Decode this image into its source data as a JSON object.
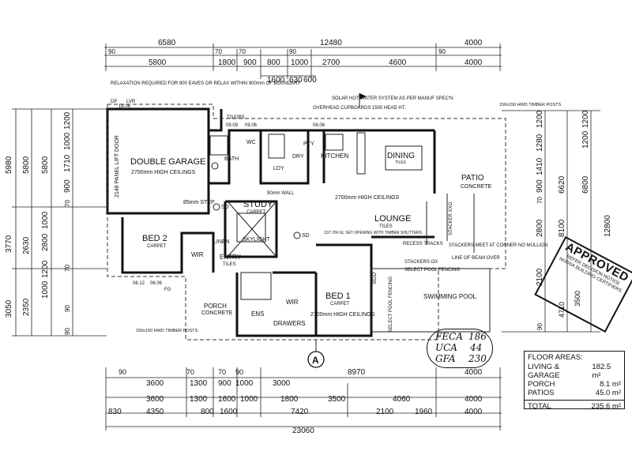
{
  "dims": {
    "top": {
      "total": "12480",
      "r1": [
        "6580",
        "4000"
      ],
      "r2": [
        "90",
        "70",
        "70",
        "90",
        "90"
      ],
      "r3": [
        "5800",
        "1800",
        "900",
        "800",
        "1000",
        "2700",
        "4600",
        "4000"
      ],
      "r4": [
        "1600",
        "630",
        "600"
      ]
    },
    "bottom": {
      "r1": [
        "90",
        "70",
        "70",
        "90",
        "8970",
        "4000"
      ],
      "r2": [
        "3600",
        "1300",
        "900",
        "1000",
        "3000"
      ],
      "r3": [
        "3600",
        "1300",
        "1600",
        "1000",
        "1800",
        "3500",
        "4060",
        "4000"
      ],
      "r4": [
        "830",
        "4350",
        "800",
        "1600",
        "7420",
        "2100",
        "1960",
        "4000"
      ],
      "overall": "23060"
    },
    "left": {
      "c1": [
        "5980",
        "3770",
        "3050"
      ],
      "c2": [
        "5800",
        "2630",
        "2350"
      ],
      "c3": [
        "5800",
        "1000",
        "2800",
        "1200",
        "1000"
      ],
      "c4": [
        "1200",
        "1000",
        "1710",
        "900",
        "70",
        "70",
        "90",
        "90"
      ]
    },
    "right": {
      "c1": [
        "1200",
        "1280",
        "1410",
        "2800",
        "2100",
        "900",
        "70",
        "90"
      ],
      "c2": [
        "6620",
        "8100",
        "4710",
        "3500"
      ],
      "c3": [
        "1200",
        "1200",
        "6800",
        "12800"
      ]
    }
  },
  "notes": {
    "relaxation": "RELAXATION REQUIRED FOR 900 EAVES OR RELAX WITHIN 900mm OF BOUNDARY",
    "solar": "SOLAR HOT WATER SYSTEM AS PER MANUF SPEC'N",
    "overhead": "OVERHEAD CUPBOARDS 1500 HEAD HT.",
    "hwd_top": "150x150 HWD TIMBER POSTS",
    "hwd_bottom": "150x150 HWD TIMBER POSTS",
    "stackers": "STACKERS MEET AT CORNER NO MULLION",
    "beam": "LINE OF BEAM OVER",
    "pool_fence": "SELECT POOL FENCING",
    "recess": "RECESS TRACKS",
    "shutters": "1ST ON GL SET OPENING WITH TIMBER SHUTTERS",
    "linen": "LINEN"
  },
  "rooms": {
    "garage": {
      "name": "DOUBLE GARAGE",
      "sub": "2700mm HIGH CEILINGS",
      "door": "2148 PANEL LIFT DOOR"
    },
    "study": {
      "name": "STUDY",
      "sub": "CARPET",
      "skylight": "SKYLIGHT"
    },
    "bed2": {
      "name": "BED 2",
      "sub": "CARPET"
    },
    "wir1": "WIR",
    "entry": {
      "name": "ENTRY",
      "sub": "TILES"
    },
    "porch": {
      "name": "PORCH",
      "sub": "CONCRETE"
    },
    "bed1": {
      "name": "BED 1",
      "sub": "CARPET",
      "ceil": "2700mm HIGH CEILINGS"
    },
    "wir2": "WIR",
    "ens": "ENS",
    "drawers": "DRAWERS",
    "lounge": {
      "name": "LOUNGE",
      "sub": "TILES",
      "ceil": "2700mm HIGH CEILINGS"
    },
    "dining": {
      "name": "DINING",
      "sub": "TILES"
    },
    "kitchen": "KITCHEN",
    "patio": {
      "name": "PATIO",
      "sub": "CONCRETE"
    },
    "pool": "SWIMMING POOL",
    "bath": "BATH",
    "wc": "WC",
    "pty": "PTY",
    "dry": "DRY",
    "ldy": "LDY",
    "step": "85mm STEP",
    "wall": "90mm WALL"
  },
  "plan_labels": {
    "sd": "SD",
    "lvr": "LVR",
    "fg": "FG",
    "dp": "DP",
    "tg": "TG/OBS",
    "grid_a": "A",
    "win_codes": [
      "18.06",
      "09.09",
      "09.06",
      "06.06",
      "06.12",
      "06.06"
    ],
    "sgd": "SGD",
    "stackers_ox": "STACKERS OX",
    "stacker_xxo": "STACKER XXO",
    "select_fence": "SELECT POOL FENCING"
  },
  "handwritten": {
    "feca": "FECA",
    "feca_v": "186",
    "uca": "UCA",
    "uca_v": "44",
    "gfa": "GFA",
    "gfa_v": "230"
  },
  "stamp": {
    "title": "APPROVED",
    "l1": "REFER DECISION NOTICE",
    "l2": "NOOSA BUILDING CERTIFIERS"
  },
  "floor_areas": {
    "heading": "FLOOR AREAS:",
    "rows": [
      {
        "label": "LIVING & GARAGE",
        "value": "182.5 m²"
      },
      {
        "label": "PORCH",
        "value": "8.1 m²"
      },
      {
        "label": "PATIOS",
        "value": "45.0 m²"
      }
    ],
    "total_label": "TOTAL",
    "total_value": "235.6 m²"
  }
}
